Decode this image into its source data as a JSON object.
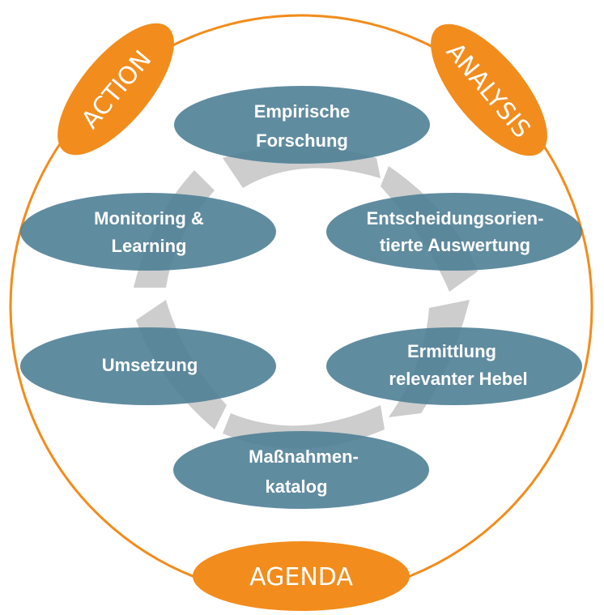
{
  "colors": {
    "ring": "#f28c1c",
    "phase_fill": "#f28c1c",
    "node_fill": "#4f7f96",
    "arrow_fill": "#c8c8c8",
    "text": "#ffffff"
  },
  "phases": {
    "action": "ACTION",
    "analysis": "ANALYSIS",
    "agenda": "AGENDA"
  },
  "nodes": {
    "empirische": {
      "line1": "Empirische",
      "line2": "Forschung"
    },
    "entscheidung": {
      "line1": "Entscheidungsorien-",
      "line2": "tierte Auswertung"
    },
    "ermittlung": {
      "line1": "Ermittlung",
      "line2": "relevanter Hebel"
    },
    "massnahmen": {
      "line1": "Maßnahmen-",
      "line2": "katalog"
    },
    "umsetzung": {
      "line1": "Umsetzung"
    },
    "monitoring": {
      "line1": "Monitoring &",
      "line2": "Learning"
    }
  }
}
